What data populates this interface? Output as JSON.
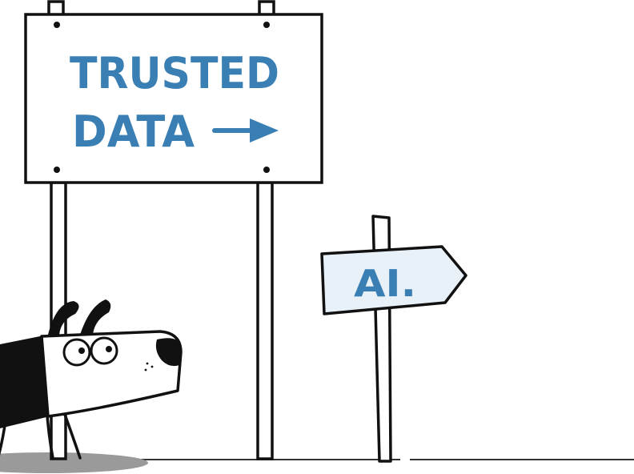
{
  "big_sign": {
    "line1": "TRUSTED",
    "line2": "DATA",
    "arrow_icon": "right-arrow-icon"
  },
  "small_sign": {
    "label": "AI."
  },
  "colors": {
    "sign_text": "#3a7fb4",
    "small_sign_fill": "#e8f0f8",
    "outline": "#111111",
    "shadow": "#9a9a9a",
    "ground": "#333333"
  },
  "characters": {
    "dog": "dog-cartoon"
  }
}
